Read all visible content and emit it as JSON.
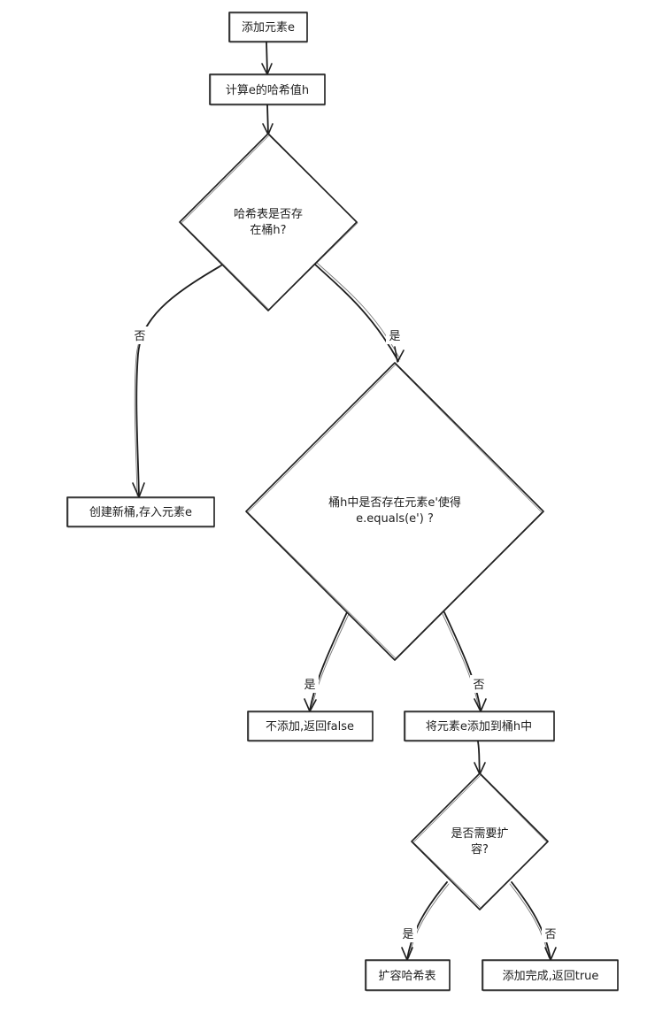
{
  "nodes": {
    "add_element": "添加元素e",
    "compute_hash": "计算e的哈希值h",
    "bucket_exists_line1": "哈希表是否存",
    "bucket_exists_line2": "在桶h?",
    "create_bucket": "创建新桶,存入元素e",
    "contains_equal_line1": "桶h中是否存在元素e'使得",
    "contains_equal_line2": "e.equals(e') ?",
    "not_add_return_false": "不添加,返回false",
    "add_to_bucket": "将元素e添加到桶h中",
    "need_resize_line1": "是否需要扩",
    "need_resize_line2": "容?",
    "resize_table": "扩容哈希表",
    "done_return_true": "添加完成,返回true"
  },
  "edge_labels": {
    "bucket_no": "否",
    "bucket_yes": "是",
    "equal_yes": "是",
    "equal_no": "否",
    "resize_yes": "是",
    "resize_no": "否"
  }
}
